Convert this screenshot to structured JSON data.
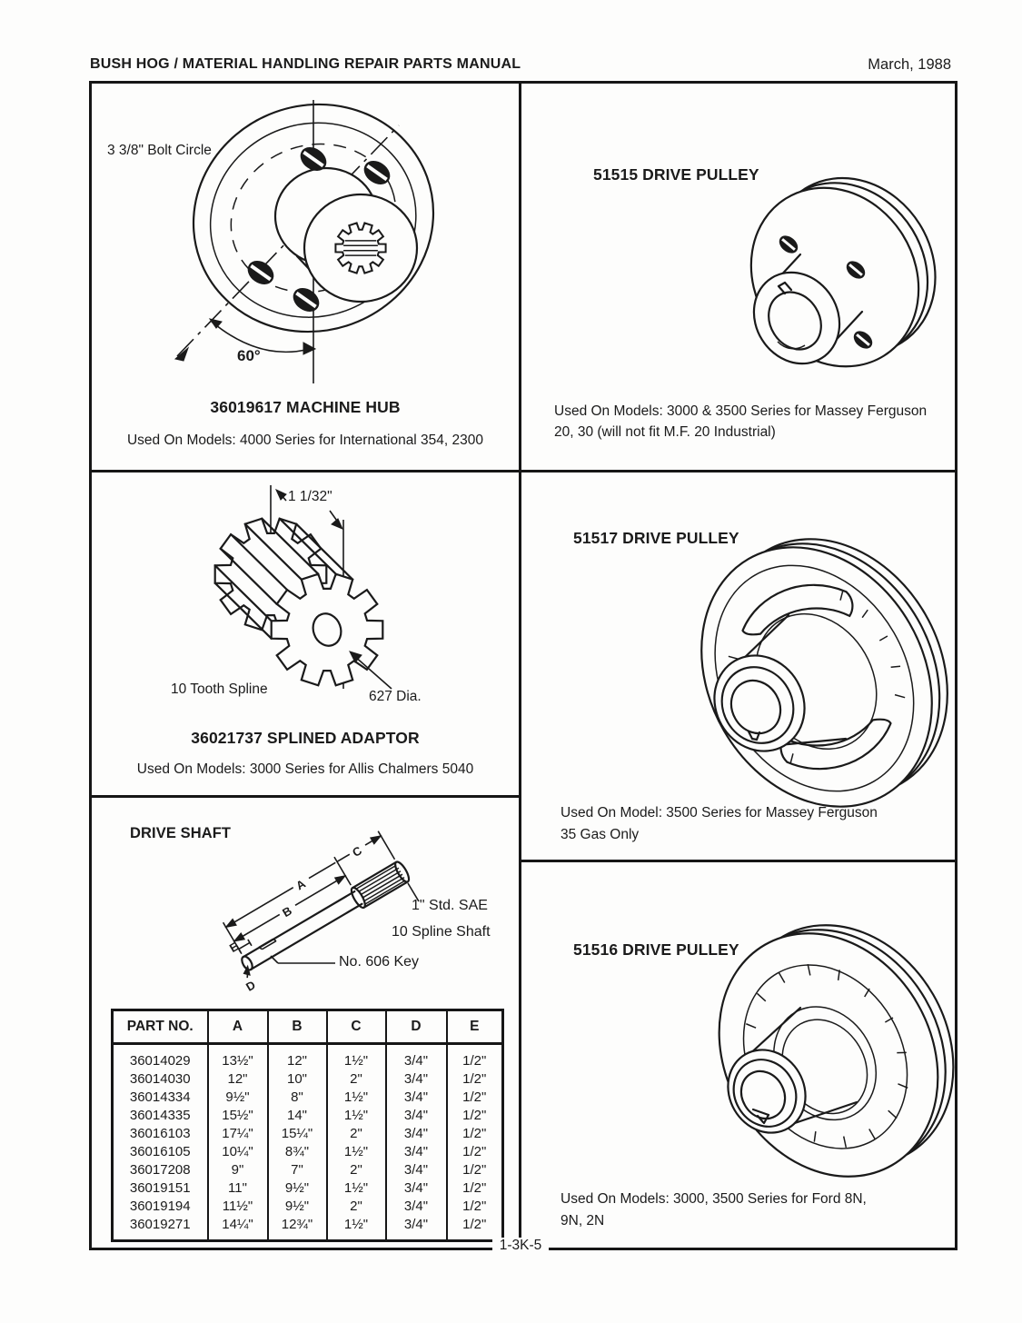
{
  "header": {
    "title": "BUSH HOG / MATERIAL HANDLING REPAIR PARTS MANUAL",
    "date": "March, 1988"
  },
  "footer": {
    "page_code": "1-3K-5"
  },
  "sections": {
    "machine_hub": {
      "callout_bolt_circle": "3 3/8\" Bolt Circle",
      "callout_angle": "60°",
      "title": "36019617 MACHINE HUB",
      "used_on": "Used On Models:  4000 Series for International 354, 2300"
    },
    "pulley_51515": {
      "title": "51515 DRIVE PULLEY",
      "used_on_line1": "Used On Models:  3000 & 3500 Series for Massey Ferguson",
      "used_on_line2": "20, 30 (will not fit M.F. 20 Industrial)"
    },
    "splined_adaptor": {
      "callout_width": "1 1/32\"",
      "callout_spline": "10 Tooth Spline",
      "callout_dia": "627 Dia.",
      "title": "36021737 SPLINED ADAPTOR",
      "used_on": "Used On Models:  3000 Series for Allis Chalmers 5040"
    },
    "pulley_51517": {
      "title": "51517 DRIVE PULLEY",
      "used_on_line1": "Used On Model:  3500 Series for Massey Ferguson",
      "used_on_line2": "35 Gas Only"
    },
    "drive_shaft": {
      "title": "DRIVE SHAFT",
      "callout_spline_line1": "1\" Std. SAE",
      "callout_spline_line2": "10 Spline Shaft",
      "callout_key": "No. 606 Key",
      "dims": [
        "A",
        "B",
        "C",
        "D",
        "E"
      ],
      "table": {
        "columns": [
          "PART NO.",
          "A",
          "B",
          "C",
          "D",
          "E"
        ],
        "rows": [
          [
            "36014029",
            "13½\"",
            "12\"",
            "1½\"",
            "3/4\"",
            "1/2\""
          ],
          [
            "36014030",
            "12\"",
            "10\"",
            "2\"",
            "3/4\"",
            "1/2\""
          ],
          [
            "36014334",
            "9½\"",
            "8\"",
            "1½\"",
            "3/4\"",
            "1/2\""
          ],
          [
            "36014335",
            "15½\"",
            "14\"",
            "1½\"",
            "3/4\"",
            "1/2\""
          ],
          [
            "36016103",
            "17¼\"",
            "15¼\"",
            "2\"",
            "3/4\"",
            "1/2\""
          ],
          [
            "36016105",
            "10¼\"",
            "8¾\"",
            "1½\"",
            "3/4\"",
            "1/2\""
          ],
          [
            "36017208",
            "9\"",
            "7\"",
            "2\"",
            "3/4\"",
            "1/2\""
          ],
          [
            "36019151",
            "11\"",
            "9½\"",
            "1½\"",
            "3/4\"",
            "1/2\""
          ],
          [
            "36019194",
            "11½\"",
            "9½\"",
            "2\"",
            "3/4\"",
            "1/2\""
          ],
          [
            "36019271",
            "14¼\"",
            "12¾\"",
            "1½\"",
            "3/4\"",
            "1/2\""
          ]
        ]
      }
    },
    "pulley_51516": {
      "title": "51516 DRIVE PULLEY",
      "used_on_line1": "Used On Models:  3000, 3500 Series for Ford 8N,",
      "used_on_line2": "9N, 2N"
    }
  }
}
